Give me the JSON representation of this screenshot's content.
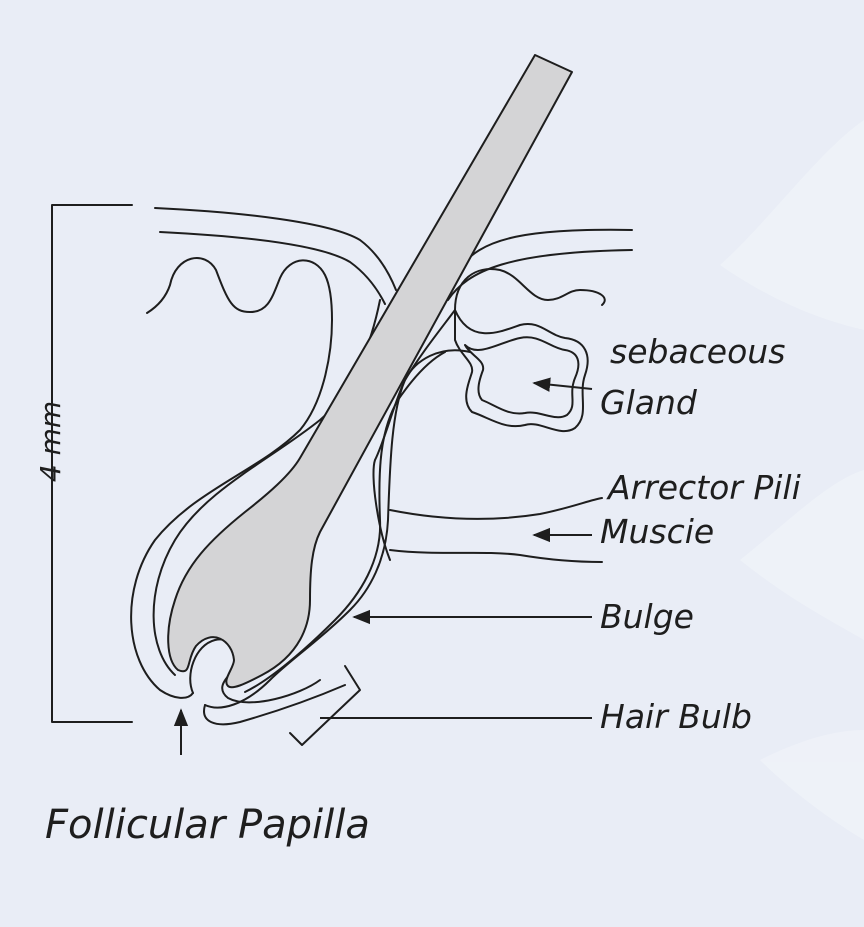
{
  "labels": {
    "scale": "4 mm",
    "sebaceous": "sebaceous",
    "gland": "Gland",
    "arrector": "Arrector Pili",
    "muscle": "Muscie",
    "bulge": "Bulge",
    "bulb": "Hair Bulb",
    "papilla": "Follicular Papilla"
  },
  "colors": {
    "background": "#e9edf6",
    "line": "#1e1e1e",
    "hair_shaft": "#d4d4d6"
  }
}
